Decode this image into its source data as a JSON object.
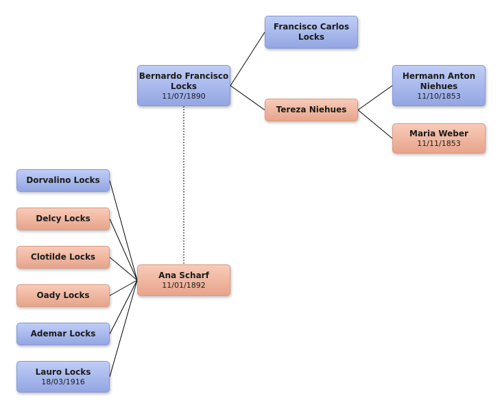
{
  "people": {
    "bernardo": {
      "name": "Bernardo Francisco Locks",
      "date": "11/07/1890",
      "gender": "male"
    },
    "francisco": {
      "name": "Francisco Carlos Locks",
      "gender": "male"
    },
    "tereza": {
      "name": "Tereza Niehues",
      "gender": "female"
    },
    "hermann": {
      "name": "Hermann Anton Niehues",
      "date": "11/10/1853",
      "gender": "male"
    },
    "maria": {
      "name": "Maria Weber",
      "date": "11/11/1853",
      "gender": "female"
    },
    "ana": {
      "name": "Ana Scharf",
      "date": "11/01/1892",
      "gender": "female"
    },
    "dorvalino": {
      "name": "Dorvalino Locks",
      "gender": "male"
    },
    "delcy": {
      "name": "Delcy Locks",
      "gender": "female"
    },
    "clotilde": {
      "name": "Clotilde Locks",
      "gender": "female"
    },
    "oady": {
      "name": "Oady Locks",
      "gender": "female"
    },
    "ademar": {
      "name": "Ademar Locks",
      "gender": "male"
    },
    "lauro": {
      "name": "Lauro Locks",
      "date": "18/03/1916",
      "gender": "male"
    }
  },
  "relations": {
    "parents": [
      {
        "child": "bernardo",
        "parent": "francisco"
      },
      {
        "child": "bernardo",
        "parent": "tereza"
      },
      {
        "child": "tereza",
        "parent": "hermann"
      },
      {
        "child": "tereza",
        "parent": "maria"
      }
    ],
    "spouses": [
      {
        "a": "bernardo",
        "b": "ana"
      }
    ],
    "children": [
      {
        "parent": "ana",
        "child": "dorvalino"
      },
      {
        "parent": "ana",
        "child": "delcy"
      },
      {
        "parent": "ana",
        "child": "clotilde"
      },
      {
        "parent": "ana",
        "child": "oady"
      },
      {
        "parent": "ana",
        "child": "ademar"
      },
      {
        "parent": "ana",
        "child": "lauro"
      }
    ]
  },
  "colors": {
    "male": "#a8b8ee",
    "female": "#f2b9a3",
    "line": "#000000",
    "spouse_line": "#555555"
  }
}
